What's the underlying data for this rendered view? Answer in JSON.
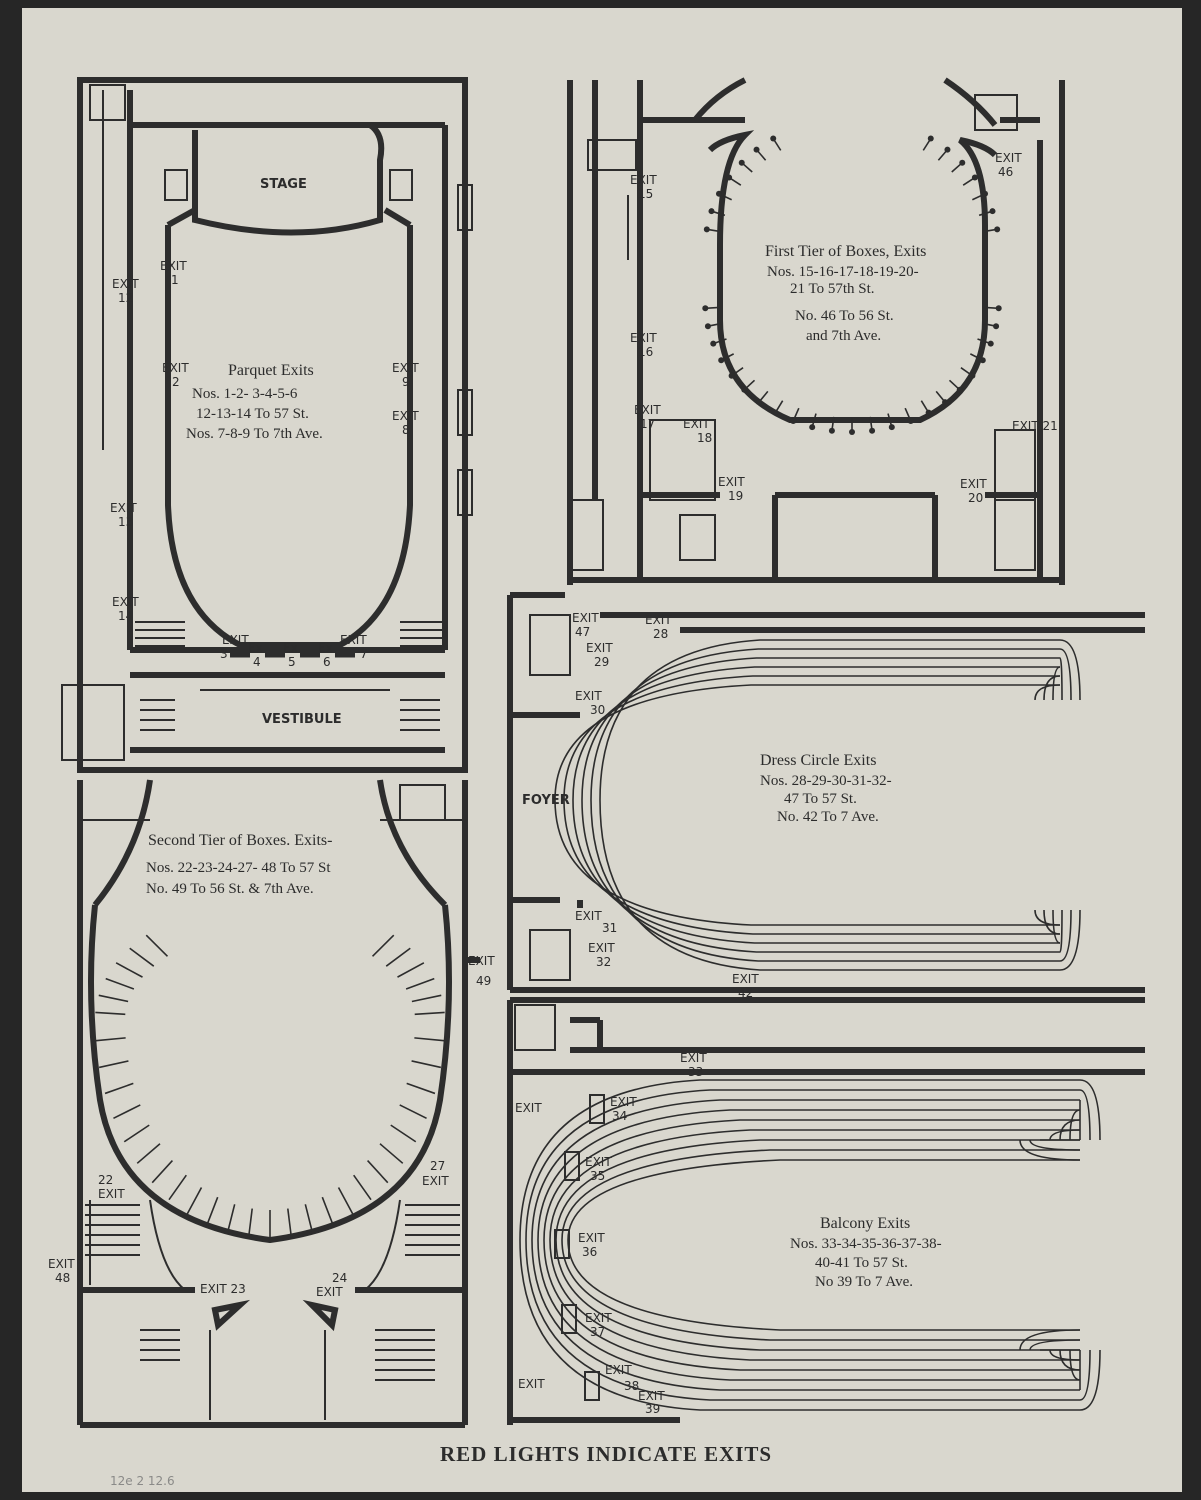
{
  "parquet": {
    "stage": "STAGE",
    "vestibule": "VESTIBULE",
    "title": "Parquet Exits",
    "line1": "Nos. 1-2- 3-4-5-6",
    "line2": "12-13-14 To 57 St.",
    "line3": "Nos. 7-8-9 To 7th Ave."
  },
  "first_tier": {
    "title": "First Tier of Boxes, Exits",
    "line1": "Nos. 15-16-17-18-19-20-",
    "line2": "21 To 57th St.",
    "line3": "No. 46 To 56 St.",
    "line4": "and 7th Ave."
  },
  "second_tier": {
    "title": "Second Tier of Boxes. Exits-",
    "line1": "Nos. 22-23-24-27- 48 To 57 St",
    "line2": "No. 49 To 56 St. & 7th Ave."
  },
  "dress_circle": {
    "foyer": "FOYER",
    "title": "Dress Circle Exits",
    "line1": "Nos. 28-29-30-31-32-",
    "line2": "47 To 57 St.",
    "line3": "No. 42 To 7 Ave."
  },
  "balcony": {
    "title": "Balcony Exits",
    "line1": "Nos. 33-34-35-36-37-38-",
    "line2": "40-41 To 57 St.",
    "line3": "No 39 To 7 Ave."
  },
  "exit_word": "EXIT",
  "ex_word": "Ex",
  "exits": {
    "e1": "1",
    "e2": "2",
    "e3": "3",
    "e4": "4",
    "e5": "5",
    "e6": "6",
    "e7": "7",
    "e8": "8",
    "e9": "9",
    "e12": "12",
    "e13": "13",
    "e14": "14",
    "e15": "15",
    "e16": "16",
    "e17": "17",
    "e18": "18",
    "e19": "19",
    "e20": "20",
    "e21": "EXIT 21",
    "e22": "22",
    "e23": "EXIT 23",
    "e24": "24",
    "e27": "27",
    "e28": "28",
    "e29": "29",
    "e30": "30",
    "e31": "31",
    "e32": "32",
    "e33": "33",
    "e34": "34",
    "e35": "35",
    "e36": "36",
    "e37": "37",
    "e38": "38",
    "e39": "39",
    "e42": "42",
    "e46": "46",
    "e47": "47",
    "e48": "48",
    "e49": "49"
  },
  "footer": "RED LIGHTS INDICATE EXITS",
  "pencil_note": "12e 2 12.6"
}
